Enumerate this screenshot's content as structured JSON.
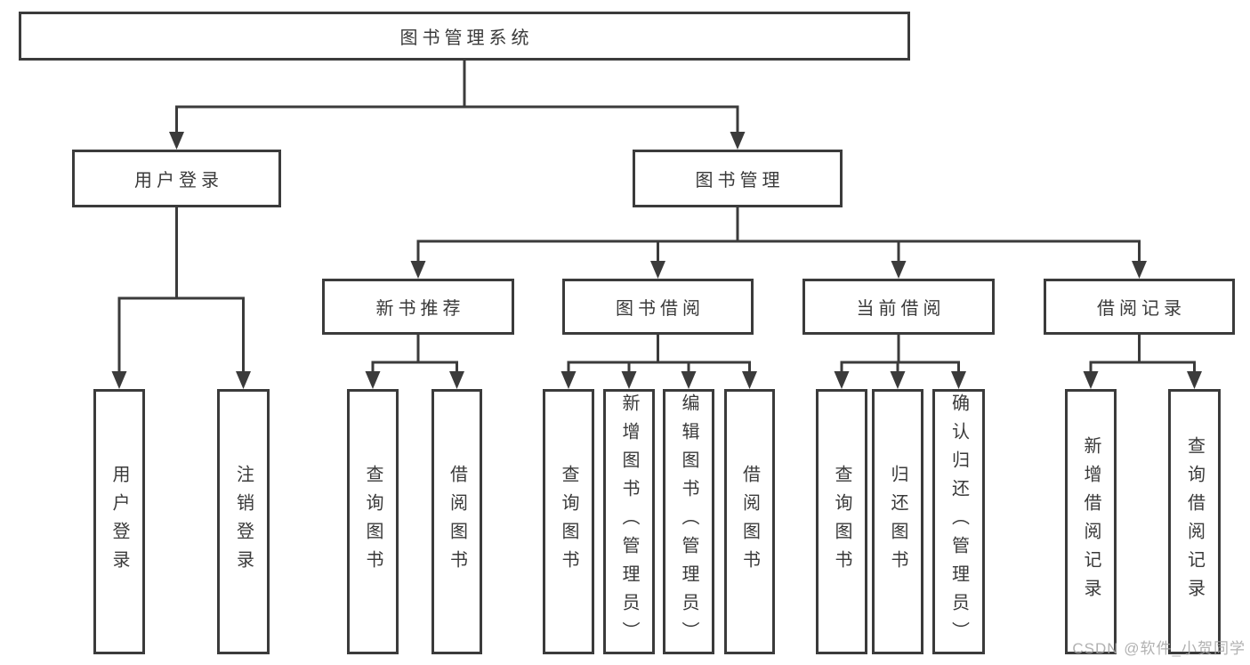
{
  "diagram": {
    "root": {
      "label": "图书管理系统"
    },
    "level2": {
      "user_login": {
        "label": "用户登录"
      },
      "book_mgmt": {
        "label": "图书管理"
      }
    },
    "level3": {
      "new_books": {
        "label": "新书推荐"
      },
      "book_borrow": {
        "label": "图书借阅"
      },
      "current_borrow": {
        "label": "当前借阅"
      },
      "borrow_records": {
        "label": "借阅记录"
      }
    },
    "leaves": {
      "user_login": [
        "用户登录",
        "注销登录"
      ],
      "new_books": [
        "查询图书",
        "借阅图书"
      ],
      "book_borrow": [
        "查询图书",
        "新增图书（管理员）",
        "编辑图书（管理员）",
        "借阅图书"
      ],
      "current_borrow": [
        "查询图书",
        "归还图书",
        "确认归还（管理员）"
      ],
      "borrow_records": [
        "新增借阅记录",
        "查询借阅记录"
      ]
    }
  },
  "watermark": {
    "text": "CSDN @软件_小贺同学"
  },
  "colors": {
    "line": "#3b3b3b",
    "box_border": "#3b3b3b",
    "text": "#3a3a3a",
    "background": "#ffffff",
    "watermark": "#a8a8a8"
  }
}
